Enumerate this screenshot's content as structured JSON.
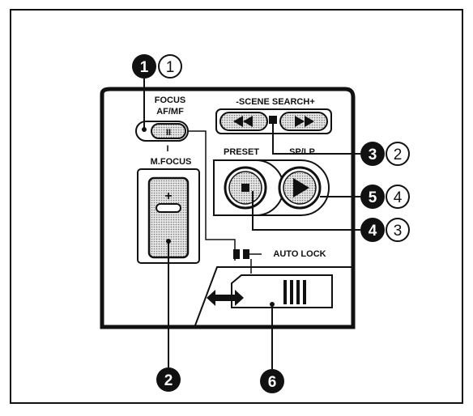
{
  "panel": {
    "focus_label_1": "FOCUS",
    "focus_label_2": "AF/MF",
    "focus_switch_glyph": "II",
    "mfocus_label": "M.FOCUS",
    "mfocus_tick": "I",
    "plus_glyph": "+",
    "scene_search_label": "-SCENE SEARCH+",
    "preset_label": "PRESET",
    "splp_label": "SP/LP",
    "auto_lock_label": "AUTO LOCK"
  },
  "callouts": {
    "c1_solid": "1",
    "c1_outline": "1",
    "c2_solid": "2",
    "c3_solid": "3",
    "c3_outline": "2",
    "c4_solid": "4",
    "c4_outline": "3",
    "c5_solid": "5",
    "c5_outline": "4",
    "c6_solid": "6"
  },
  "colors": {
    "ink": "#111111",
    "panel_bg": "#ffffff",
    "button_fill": "#cfcfcf"
  }
}
